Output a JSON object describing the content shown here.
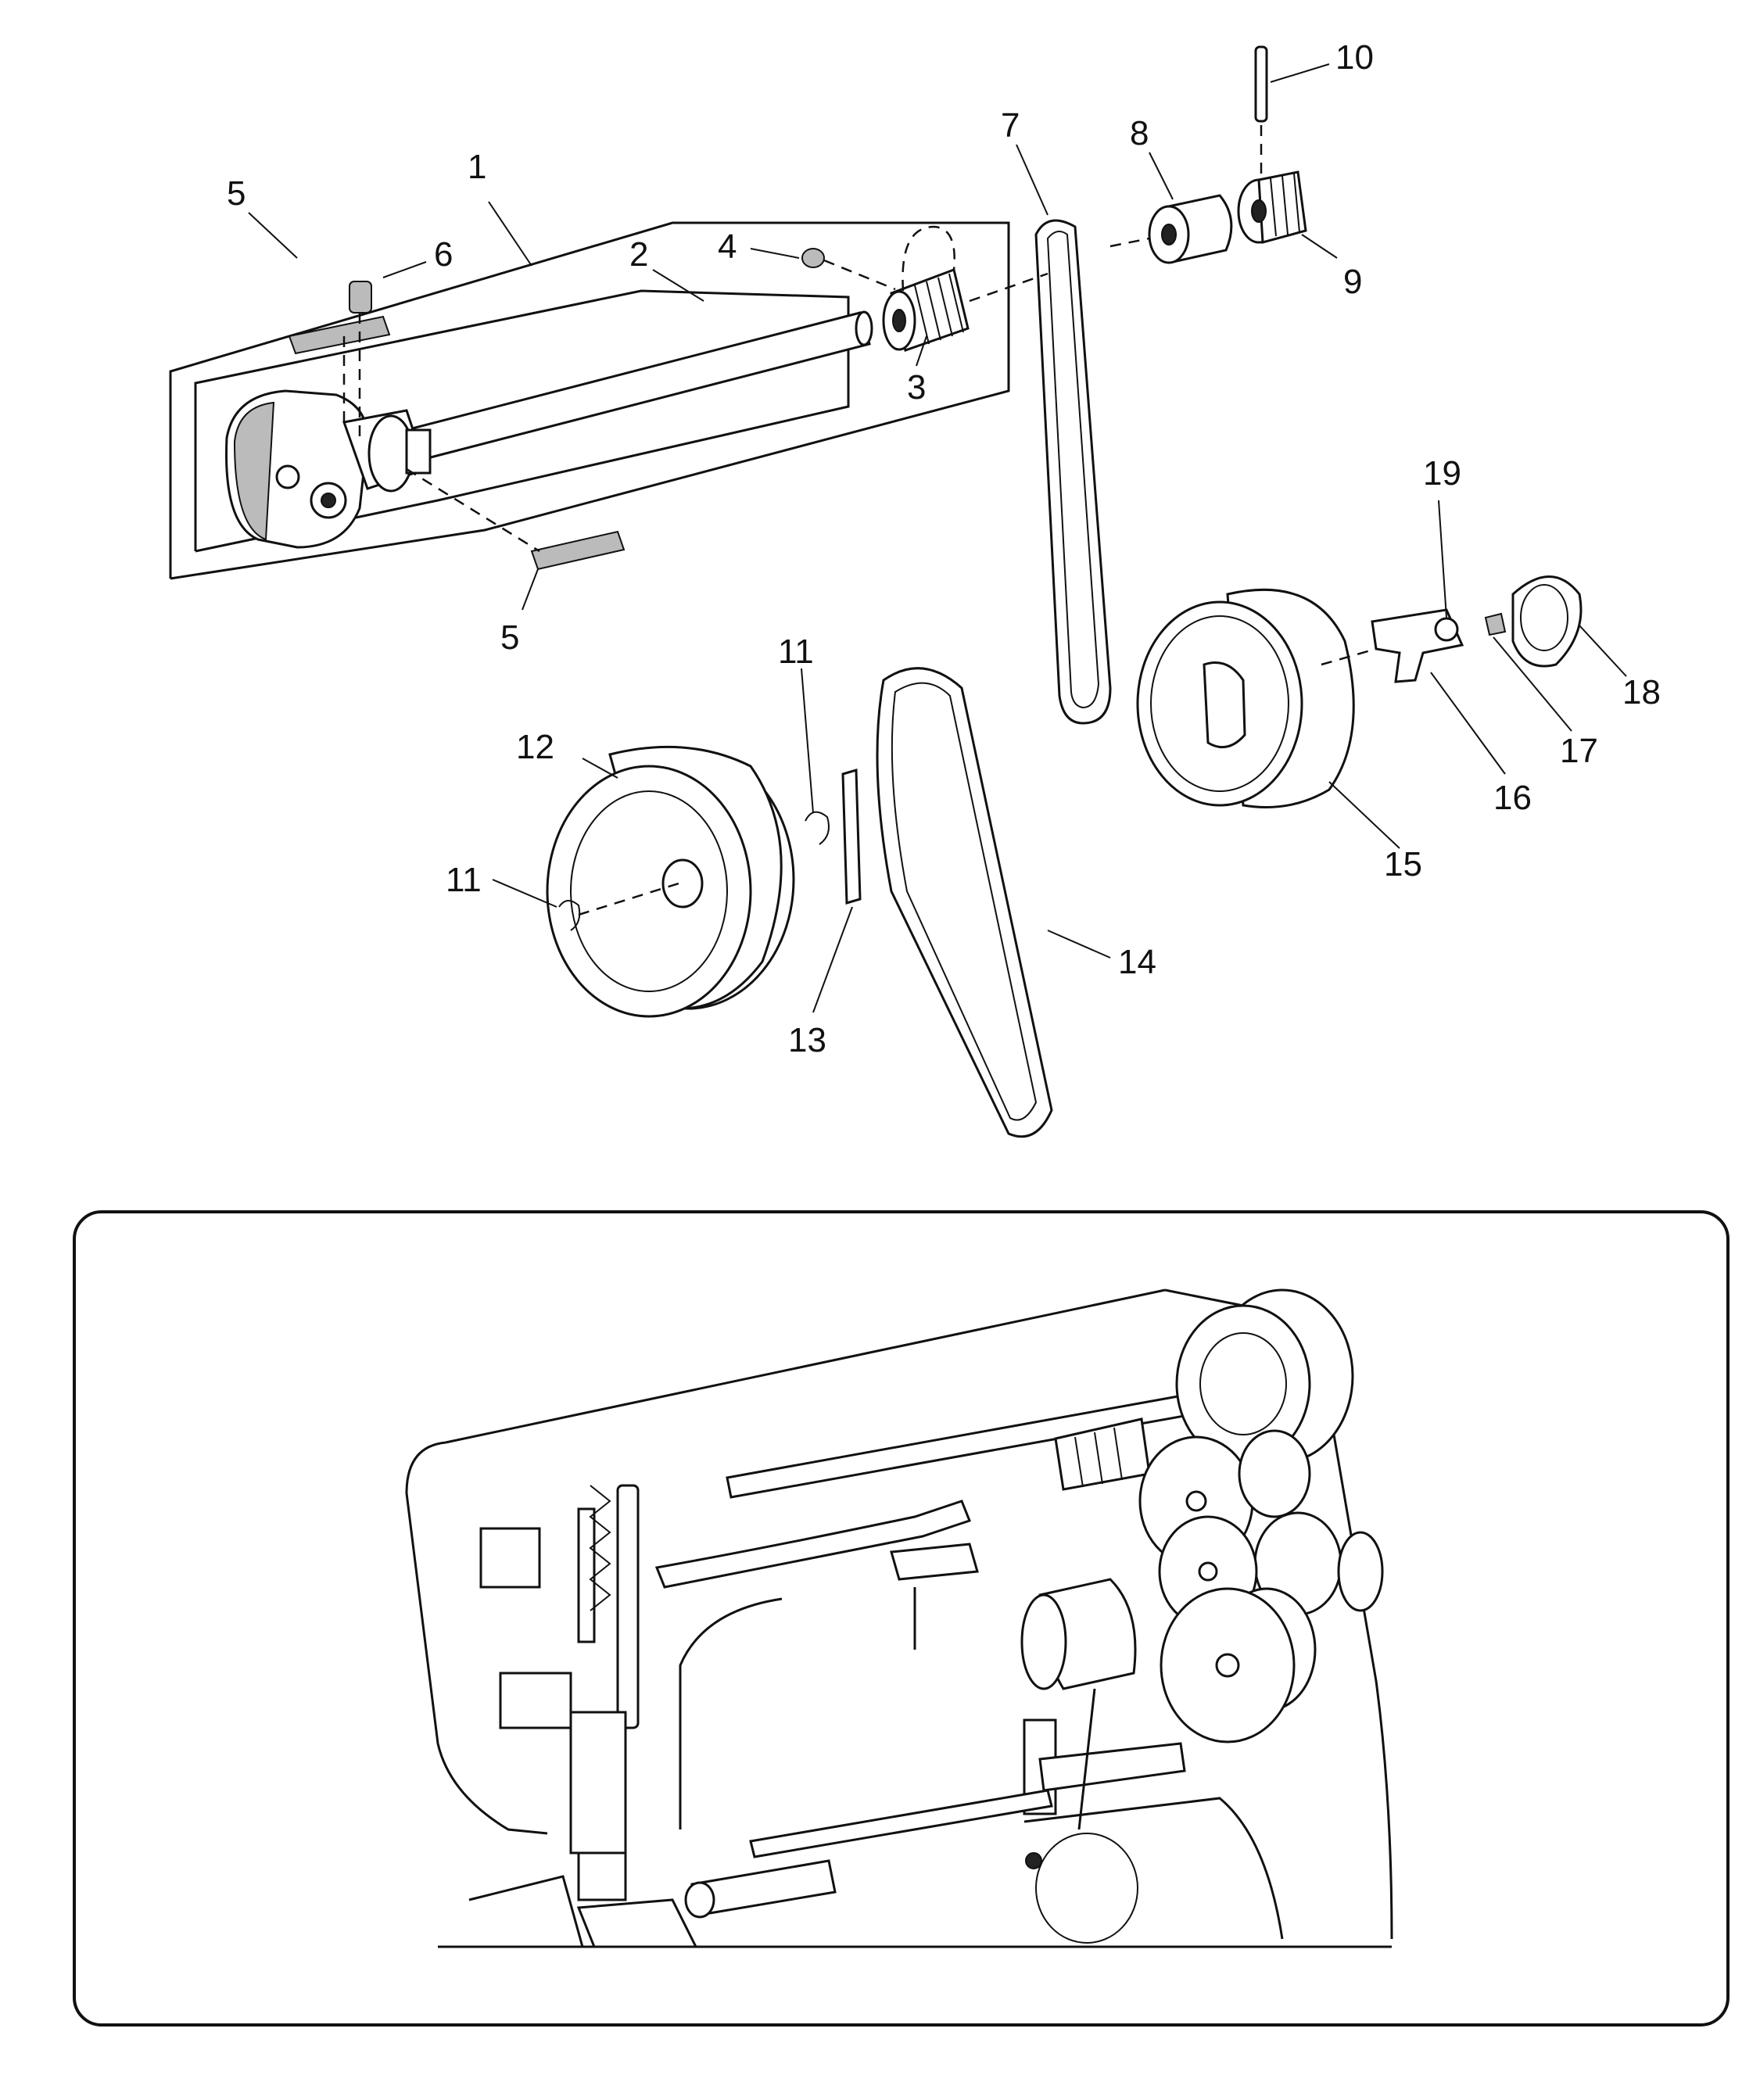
{
  "callouts": [
    "1",
    "2",
    "3",
    "4",
    "5",
    "5",
    "6",
    "7",
    "8",
    "9",
    "10",
    "11",
    "11",
    "12",
    "13",
    "14",
    "15",
    "16",
    "17",
    "18",
    "19"
  ],
  "icons": {
    "assembly": "exploded-parts-drawing",
    "inset": "machine-head-inset-drawing"
  }
}
